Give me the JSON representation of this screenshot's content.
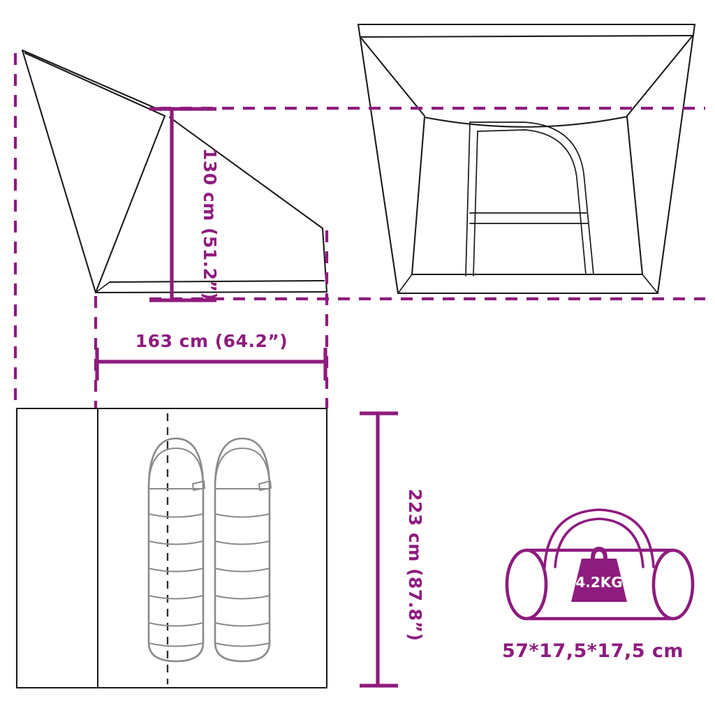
{
  "diagram": {
    "title": "Tent product dimension diagram",
    "colors": {
      "accent": "#8E1B7E",
      "outline": "#1a1a1a",
      "bag_fill": "#E8E8E8",
      "bag_stroke": "#8A8A8A",
      "bag_hood": "#9E9E9E",
      "background": "#FFFFFF",
      "badge_text": "#FFFFFF"
    },
    "views": {
      "side_view": {
        "name": "side-elevation-view",
        "label": "Side elevation with vestibule"
      },
      "front_view": {
        "name": "front-elevation-view",
        "label": "Front elevation with D-shaped door"
      },
      "floor_plan": {
        "name": "floor-plan-view",
        "label": "Floor plan with two sleeping bags",
        "sleeping_bag_count": 2
      },
      "carry_bag": {
        "name": "carry-bag-view",
        "label": "Carry bag"
      }
    },
    "dimensions": {
      "height": {
        "id": "height-dimension",
        "value": "130 cm (51.2”)",
        "metric": "130 cm",
        "imperial": "51.2”",
        "orientation": "vertical"
      },
      "width": {
        "id": "width-dimension",
        "value": "163 cm (64.2”)",
        "metric": "163 cm",
        "imperial": "64.2”",
        "orientation": "horizontal"
      },
      "depth": {
        "id": "depth-dimension",
        "value": "223 cm (87.8”)",
        "metric": "223 cm",
        "imperial": "87.8”",
        "orientation": "vertical"
      },
      "packed_size": {
        "id": "packed-size-dimension",
        "value": "57*17,5*17,5 cm"
      },
      "weight": {
        "id": "weight-badge",
        "value": "4.2KG"
      }
    }
  }
}
